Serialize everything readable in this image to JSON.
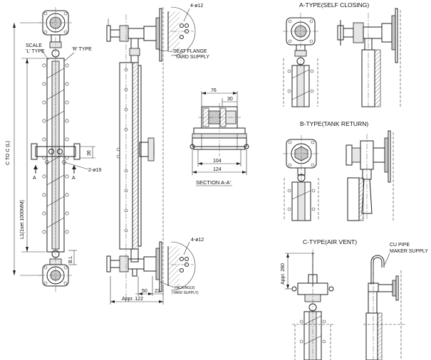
{
  "dimensions": {
    "c_to_c": "C TO C (L)",
    "l1": "L1(1set 1000MM)",
    "bl": "B.L",
    "d36": "36",
    "holes_side": "2-ø19",
    "section_mark_left": "A",
    "section_mark_right": "A",
    "holes_top": "4-ø12",
    "holes_bottom": "4-ø12",
    "d50": "50",
    "d22": "22",
    "appr122": "Appr. 122",
    "d76": "76",
    "d30": "30",
    "d104": "104",
    "d124": "124",
    "appr280": "Appr. 280"
  },
  "callouts": {
    "scale": "SCALE",
    "l_type": "'L' TYPE",
    "r_type": "'R' TYPE",
    "seat_flange": "SEAT FLANGE",
    "yard_supply": "YARD SUPPLY",
    "packing": "PACKING(3)",
    "packing_yard": "(YARD SUPPLY)",
    "cu_pipe": "CU PIPE",
    "maker_supply": "MAKER SUPPLY"
  },
  "titles": {
    "section": "SECTION A-A'",
    "a_type": "A-TYPE(SELF CLOSING)",
    "b_type": "B-TYPE(TANK RETURN)",
    "c_type": "C-TYPE(AIR VENT)"
  }
}
